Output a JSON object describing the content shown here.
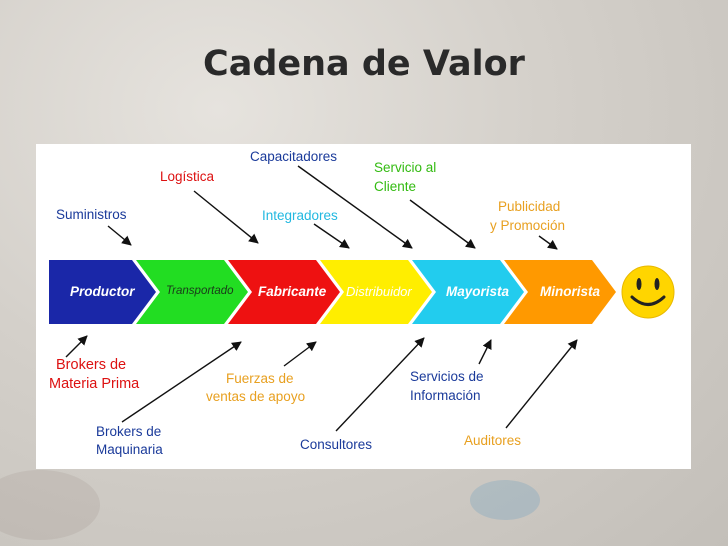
{
  "title": "Cadena de Valor",
  "chain": [
    {
      "label": "Productor",
      "color": "#1a27a8"
    },
    {
      "label": "Transportado",
      "color": "#22dd22"
    },
    {
      "label": "Fabricante",
      "color": "#ee1111"
    },
    {
      "label": "Distribuidor",
      "color": "#ffee00"
    },
    {
      "label": "Mayorista",
      "color": "#22ccee"
    },
    {
      "label": "Minorista",
      "color": "#ff9900"
    }
  ],
  "top_labels": {
    "suministros": "Suministros",
    "logistica": "Logística",
    "capacitadores": "Capacitadores",
    "integradores": "Integradores",
    "servicio_1": "Servicio al",
    "servicio_2": "Cliente",
    "publicidad_1": "Publicidad",
    "publicidad_2": "y Promoción"
  },
  "bottom_labels": {
    "brokers_mp_1": "Brokers de",
    "brokers_mp_2": "Materia Prima",
    "brokers_maq_1": "Brokers de",
    "brokers_maq_2": "Maquinaria",
    "fuerzas_1": "Fuerzas de",
    "fuerzas_2": "ventas de apoyo",
    "consultores": "Consultores",
    "servicios_info_1": "Servicios de",
    "servicios_info_2": "Información",
    "auditores": "Auditores"
  },
  "colors": {
    "red_label": "#dd1111",
    "blue_label": "#1a3a9a",
    "cyan_label": "#22b8e0",
    "green_label": "#33bb11",
    "orange_label": "#e8a020",
    "smiley": "#ffd500"
  },
  "icons": {
    "end": "smiley-face-icon"
  }
}
